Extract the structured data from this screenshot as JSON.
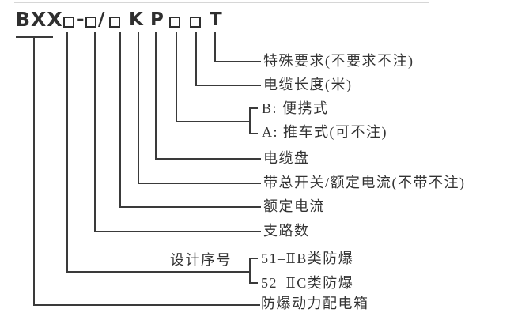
{
  "code": {
    "prefix": "BXX",
    "dash": "-",
    "slash": "/",
    "k": "K",
    "p": "P",
    "t": "T"
  },
  "legend": {
    "special_req": "特殊要求(不要求不注)",
    "cable_length": "电缆长度(米)",
    "type_b": "B: 便携式",
    "type_a": "A: 推车式(可不注)",
    "cable_reel": "电缆盘",
    "main_switch": "带总开关/额定电流(不带不注)",
    "rated_current": "额定电流",
    "branch_count": "支路数",
    "design_serial": "设计序号",
    "serial_51": "51–ⅡB类防爆",
    "serial_52": "52–ⅡC类防爆",
    "product_name": "防爆动力配电箱"
  },
  "colors": {
    "line": "#3a3a3a",
    "text": "#333333",
    "top_rule": "#d6d6d6"
  }
}
